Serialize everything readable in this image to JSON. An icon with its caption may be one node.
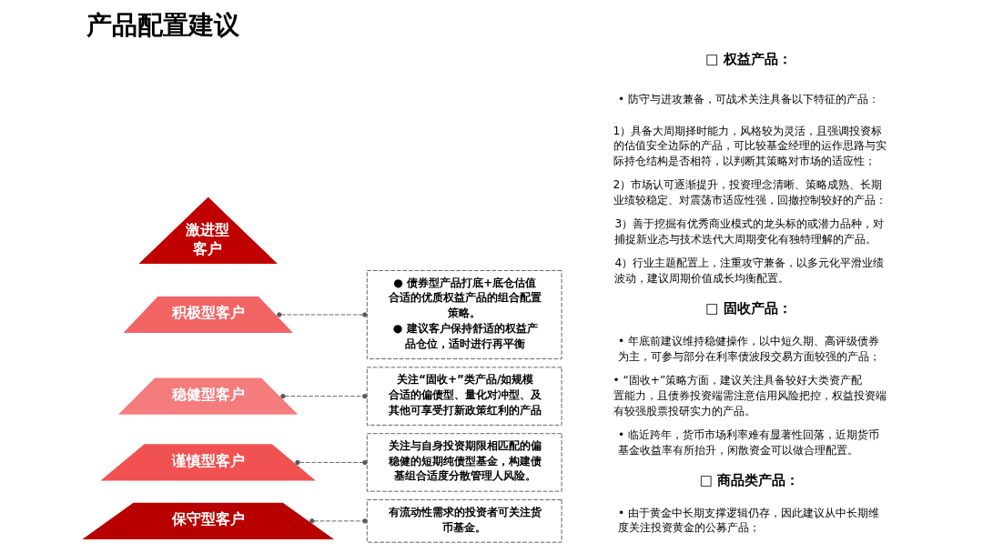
{
  "diagram": {
    "title": "产品配置建议",
    "nodes": [
      {
        "text": [
          "激进型客户"
        ]
      },
      {
        "text": [
          "积极型客户"
        ]
      },
      {
        "text": [
          "稳健型客户"
        ]
      },
      {
        "text": [
          "谨慎型客户"
        ]
      },
      {
        "text": [
          "保守型客户"
        ]
      },
      {
        "text": [
          "● 债券型产品打底+底仓估值合适的优质权益产品的组合配置策略。",
          "● 建议客户保持舒适的权益产品仓位，适时进行再平衡"
        ]
      },
      {
        "text": [
          "关注“固收+”类产品/如规模合适的偏债型、量化对冲型、及其他可享受打新政策红利的产品"
        ]
      },
      {
        "text": [
          "关注与自身投资期限相匹配的偏稳健的短期纯债型基金，构建债基组合适度分散管理人风险。"
        ]
      },
      {
        "text": [
          "有流动性需求的投资者可关注货币基金。"
        ]
      }
    ],
    "edges": [
      {
        "from": 1,
        "to": 5,
        "arrow": "other",
        "style": "dashed"
      },
      {
        "from": 2,
        "to": 6,
        "arrow": "other",
        "style": "dashed"
      },
      {
        "from": 3,
        "to": 7,
        "arrow": "other",
        "style": "dashed"
      },
      {
        "from": 4,
        "to": 8,
        "arrow": "other",
        "style": "dashed"
      }
    ],
    "labels": [
      "□ 权益产品：",
      "• 防守与进攻兼备，可战术关注具备以下特征的产品：",
      "1）具备大周期择时能力，风格较为灵活，且强调投资标的估值安全边际的产品，可比较基金经理的运作思路与实际持仓结构是否相符，以判断其策略对市场的适应性；",
      "2）市场认可逐渐提升，投资理念清晰、策略成熟、长期业绩较稳定、对震荡市适应性强，回撤控制较好的产品：",
      "3）善于挖掘有优秀商业模式的龙头标的或潜力品种，对捕捉新业态与技术迭代大周期变化有独特理解的产品。",
      "4）行业主题配置上，注重攻守兼备，以多元化平滑业绩波动，建议周期价值成长均衡配置。",
      "□ 固收产品：",
      "• 年底前建议维持稳健操作，以中短久期、高评级债券为主，可参与部分在利率债波段交易方面较强的产品；",
      "• “固收+”策略方面，建议关注具备较好大类资产配置能力，且债券投资端需注意信用风险把控，权益投资端有较强股票投研实力的产品。",
      "• 临近跨年，货币市场利率难有显著性回落，近期货币基金收益率有所抬升，闲散资金可以做合理配置。",
      "□ 商品类产品：",
      "• 由于黄金中长期支撑逻辑仍存，因此建议从中长期维度关注投资黄金的公募产品；"
    ]
  }
}
